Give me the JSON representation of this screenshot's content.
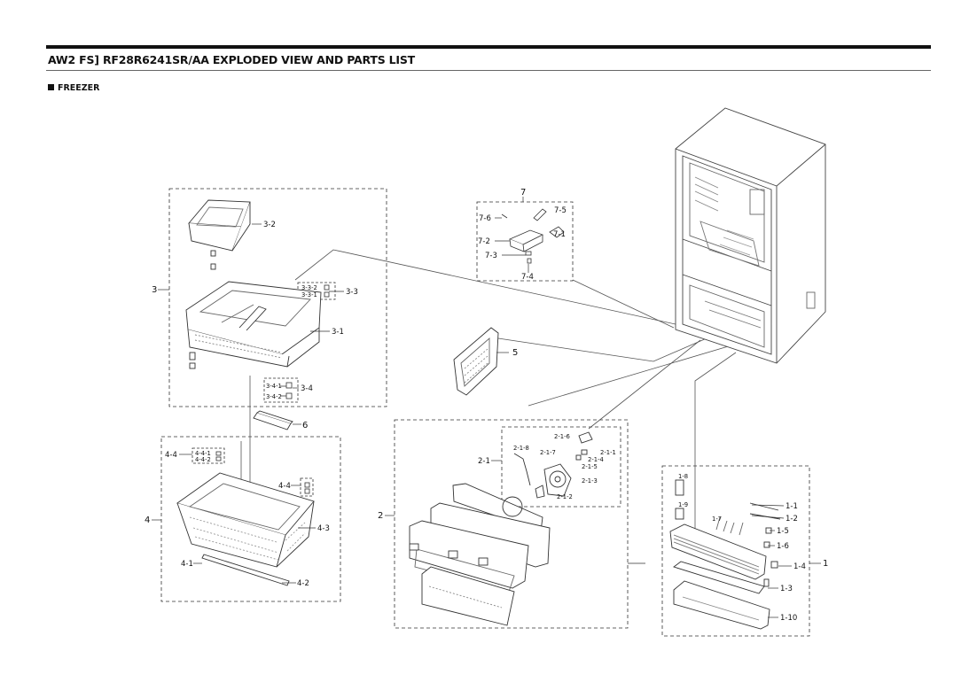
{
  "header": {
    "title": "AW2 FS] RF28R6241SR/AA EXPLODED VIEW AND PARTS LIST",
    "section": "FREEZER"
  },
  "callouts": {
    "g1": "1",
    "g1_1": "1-1",
    "g1_2": "1-2",
    "g1_3": "1-3",
    "g1_4": "1-4",
    "g1_5": "1-5",
    "g1_6": "1-6",
    "g1_7": "1-7",
    "g1_8": "1-8",
    "g1_9": "1-9",
    "g1_10": "1-10",
    "g2": "2",
    "g2_1": "2-1",
    "g2_1_1": "2-1-1",
    "g2_1_2": "2-1-2",
    "g2_1_3": "2-1-3",
    "g2_1_4": "2-1-4",
    "g2_1_5": "2-1-5",
    "g2_1_6": "2-1-6",
    "g2_1_7": "2-1-7",
    "g2_1_8": "2-1-8",
    "g3": "3",
    "g3_1": "3-1",
    "g3_2": "3-2",
    "g3_3": "3-3",
    "g3_3_1": "3-3-1",
    "g3_3_2": "3-3-2",
    "g3_4": "3-4",
    "g3_4_1": "3-4-1",
    "g3_4_2": "3-4-2",
    "g4": "4",
    "g4_1": "4-1",
    "g4_2": "4-2",
    "g4_3": "4-3",
    "g4_4a": "4-4",
    "g4_4b": "4-4",
    "g4_4_1": "4-4-1",
    "g4_4_2": "4-4-2",
    "g5": "5",
    "g6": "6",
    "g7": "7",
    "g7_1": "7-1",
    "g7_2": "7-2",
    "g7_3": "7-3",
    "g7_4": "7-4",
    "g7_5": "7-5",
    "g7_6": "7-6"
  }
}
